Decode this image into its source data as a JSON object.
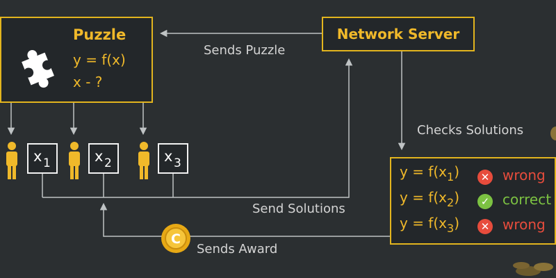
{
  "puzzle": {
    "title": "Puzzle",
    "equation": "y = f(x)",
    "question": "x - ?",
    "icon": "puzzle-piece-icon"
  },
  "server": {
    "title": "Network Server"
  },
  "arrows": {
    "sends_puzzle": "Sends Puzzle",
    "checks_solutions": "Checks Solutions",
    "send_solutions": "Send Solutions",
    "sends_award": "Sends Award"
  },
  "miners": [
    {
      "var": "x",
      "index": "1"
    },
    {
      "var": "x",
      "index": "2"
    },
    {
      "var": "x",
      "index": "3"
    }
  ],
  "results": [
    {
      "prefix": "y = f(x",
      "index": "1",
      "suffix": ")",
      "status": "wrong",
      "status_color": "#e74c3c",
      "icon": "x-circle-icon"
    },
    {
      "prefix": "y = f(x",
      "index": "2",
      "suffix": ")",
      "status": "correct",
      "status_color": "#7cc242",
      "icon": "check-circle-icon"
    },
    {
      "prefix": "y = f(x",
      "index": "3",
      "suffix": ")",
      "status": "wrong",
      "status_color": "#e74c3c",
      "icon": "x-circle-icon"
    }
  ],
  "award": {
    "icon": "coin-icon",
    "coin_letter": "C"
  },
  "colors": {
    "accent": "#f0b92a",
    "background": "#2b2f31",
    "line": "#bfc3c4"
  }
}
